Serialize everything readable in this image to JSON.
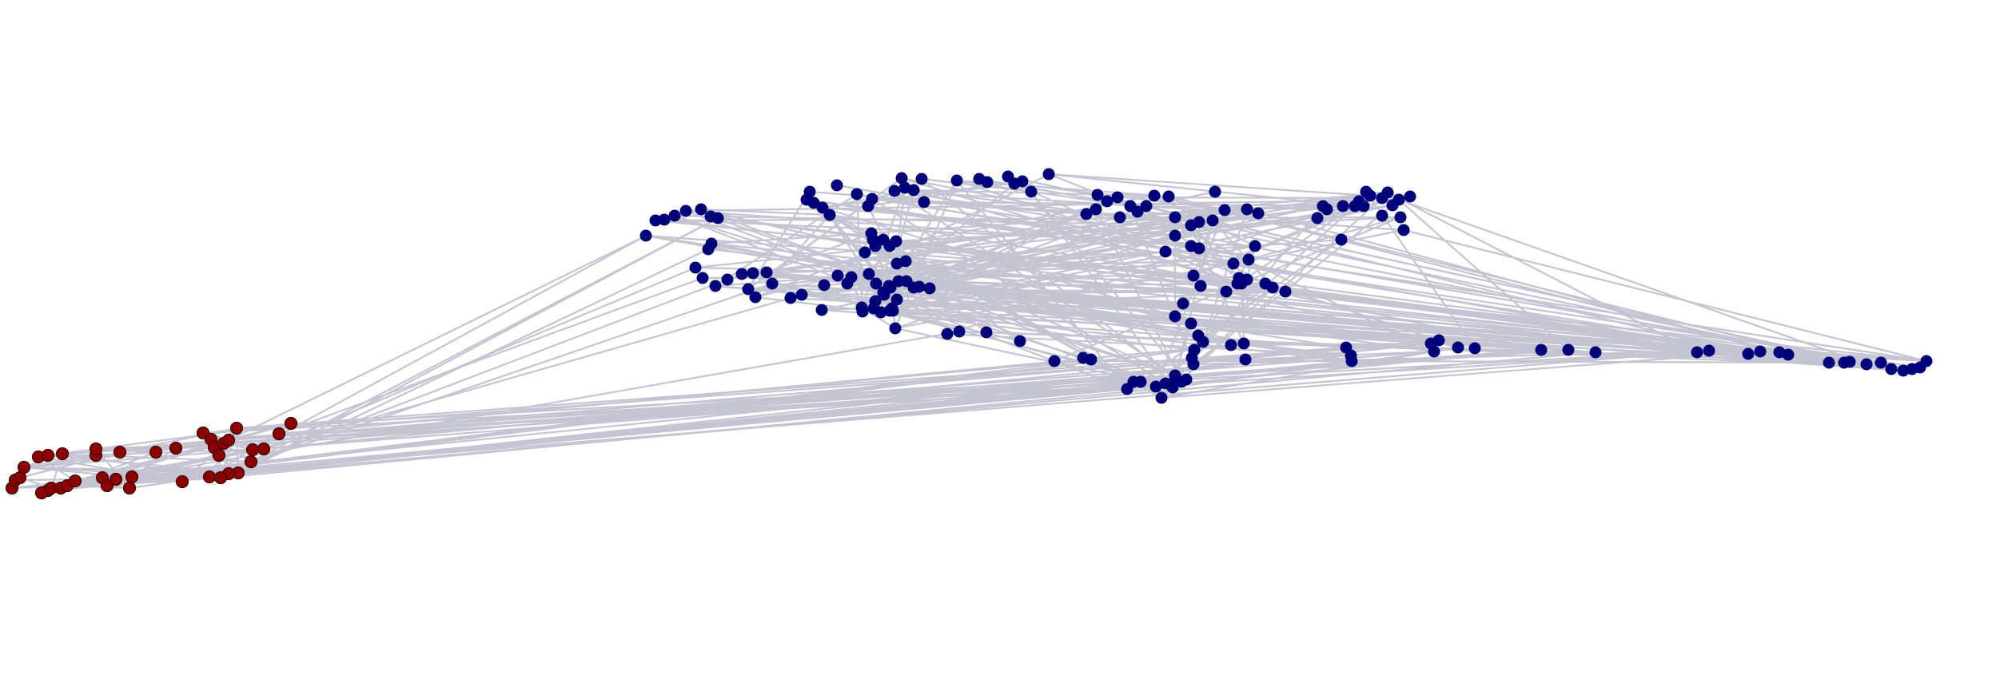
{
  "graph": {
    "colors": {
      "background": "#ffffff",
      "edge": "#c4c4d2",
      "cluster_blue": "#00007a",
      "cluster_red": "#8b0000"
    },
    "clusters": [
      {
        "name": "blue-cluster",
        "color": "#00007a"
      },
      {
        "name": "red-cluster",
        "color": "#8b0000"
      }
    ],
    "node_count": {
      "blue": 160,
      "red": 40
    }
  }
}
